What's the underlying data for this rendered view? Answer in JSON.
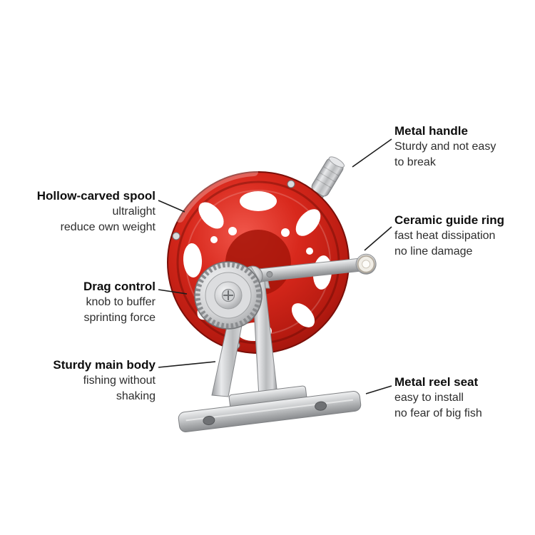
{
  "title": "Fishing reel product feature diagram",
  "colors": {
    "spool_red": "#d8281c",
    "spool_red_dark": "#8d120a",
    "metal_silver": "#c3c5c7",
    "ceramic_white": "#f1eee7",
    "leader_line": "#1c1c1c",
    "background": "#ffffff"
  },
  "callouts": [
    {
      "id": "metal-handle",
      "side": "right",
      "title": "Metal handle",
      "lines": [
        "Sturdy and not easy",
        "to break"
      ]
    },
    {
      "id": "hollow-carved-spool",
      "side": "left",
      "title": "Hollow-carved spool",
      "lines": [
        "ultralight",
        "reduce own weight"
      ]
    },
    {
      "id": "ceramic-guide-ring",
      "side": "right",
      "title": "Ceramic guide ring",
      "lines": [
        "fast heat dissipation",
        "no line damage"
      ]
    },
    {
      "id": "drag-control",
      "side": "left",
      "title": "Drag control",
      "lines": [
        "knob to buffer",
        "sprinting force"
      ]
    },
    {
      "id": "sturdy-main-body",
      "side": "left",
      "title": "Sturdy main body",
      "lines": [
        "fishing without",
        "shaking"
      ]
    },
    {
      "id": "metal-reel-seat",
      "side": "right",
      "title": "Metal reel seat",
      "lines": [
        "easy to install",
        "no fear of big fish"
      ]
    }
  ]
}
